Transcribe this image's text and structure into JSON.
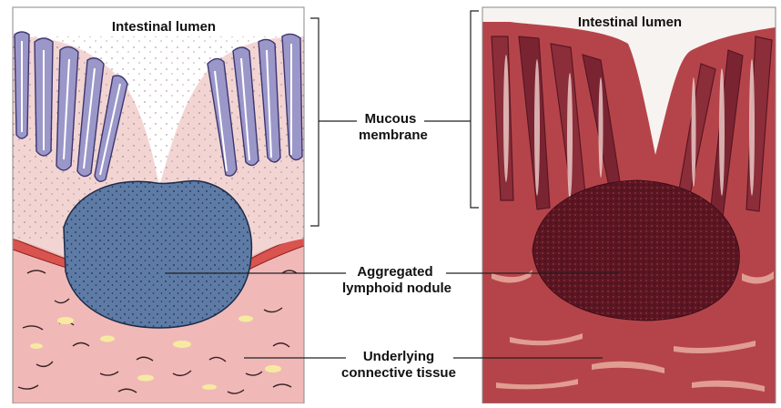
{
  "figure": {
    "drawing_panel": {
      "title": "Intestinal lumen"
    },
    "micrograph_panel": {
      "title": "Intestinal lumen"
    },
    "labels": {
      "mucous_membrane": [
        "Mucous",
        "membrane"
      ],
      "aggregated_lymphoid_nodule": [
        "Aggregated",
        "lymphoid nodule"
      ],
      "underlying_connective_tissue": [
        "Underlying",
        "connective tissue"
      ]
    }
  },
  "colors": {
    "lumen": "#ffffff",
    "epithelium_drawing": "#9b97c9",
    "lamina_propria_drawing": "#f2d5d3",
    "nodule_drawing": "#5e7ba6",
    "connective_drawing": "#f0b9b8",
    "muscle_drawing": "#d9534f",
    "micrograph_dark": "#6d1c27",
    "micrograph_mid": "#b5444a",
    "micrograph_light": "#e6a79a",
    "leader_lines": "#222222"
  }
}
